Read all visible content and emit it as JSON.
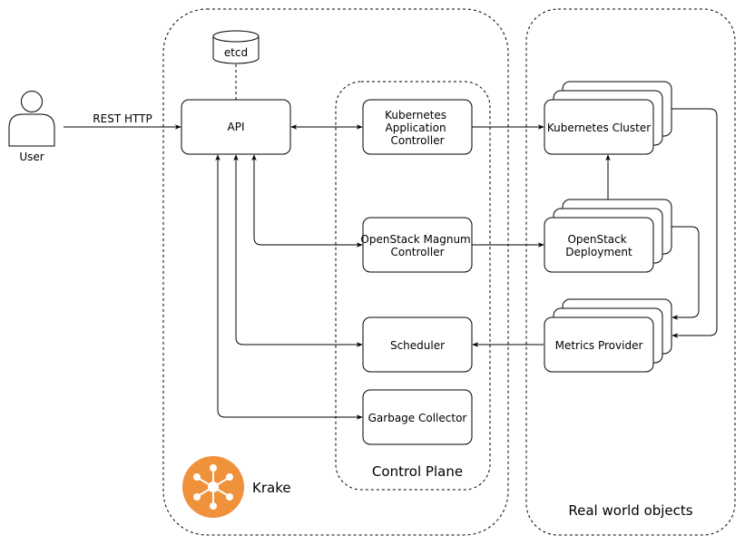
{
  "actor": {
    "label": "User"
  },
  "edge_labels": {
    "rest": "REST HTTP"
  },
  "groups": {
    "krake": "Krake",
    "control_plane": "Control Plane",
    "real_world": "Real world objects"
  },
  "nodes": {
    "etcd": "etcd",
    "api": "API",
    "k8s_app_controller": [
      "Kubernetes",
      "Application",
      "Controller"
    ],
    "magnum_controller": [
      "OpenStack Magnum",
      "Controller"
    ],
    "scheduler": "Scheduler",
    "garbage_collector": "Garbage Collector",
    "k8s_cluster": "Kubernetes Cluster",
    "openstack_deployment": [
      "OpenStack",
      "Deployment"
    ],
    "metrics_provider": "Metrics Provider"
  },
  "colors": {
    "logo": "#F0913B",
    "stroke": "#000000"
  },
  "icons": {
    "user": "user-icon",
    "database": "database-icon",
    "logo": "krake-logo-icon"
  }
}
